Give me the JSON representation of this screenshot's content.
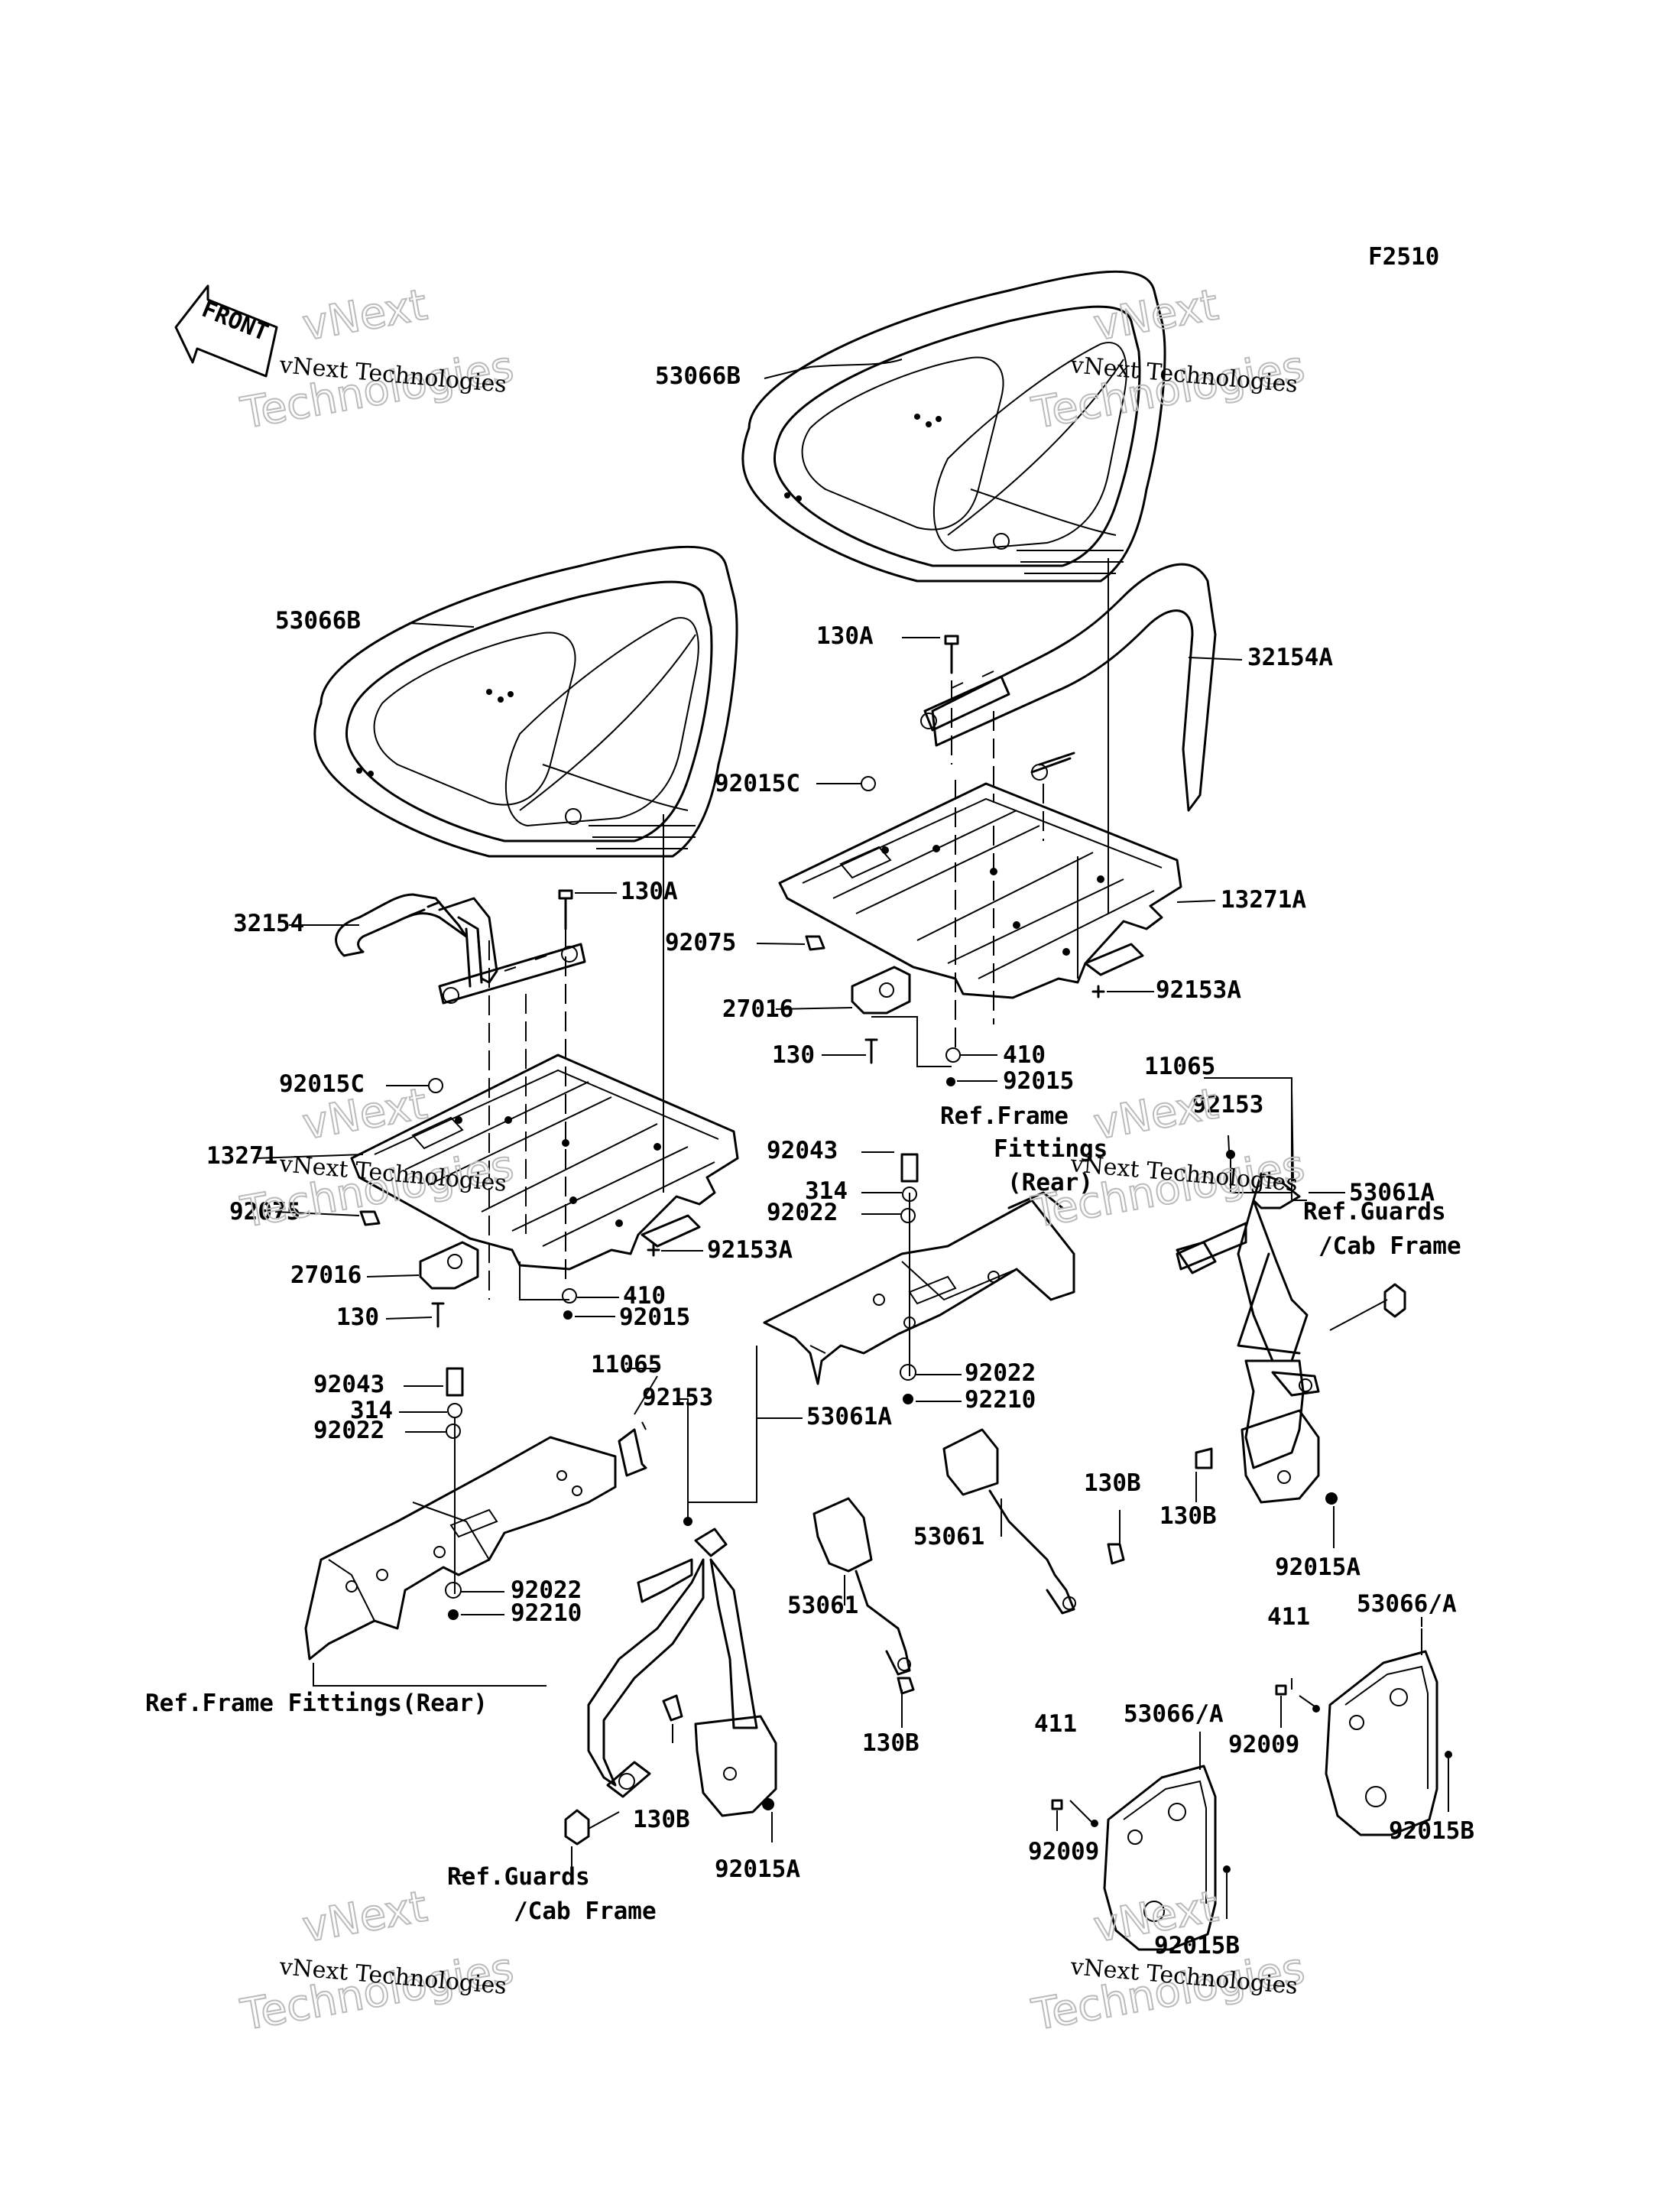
{
  "diagram_code": "F2510",
  "front_arrow_text": "FRONT",
  "watermark": {
    "line1": "vNext Technologies",
    "line2": "Technologies",
    "line3": "vNext"
  },
  "labels": {
    "l_53066B_top": "53066B",
    "l_53066B_left": "53066B",
    "l_130A_right": "130A",
    "l_32154A": "32154A",
    "l_92015C_right": "92015C",
    "l_13271A": "13271A",
    "l_92075_right": "92075",
    "l_92153A_right": "92153A",
    "l_27016_right": "27016",
    "l_130_right": "130",
    "l_410_right": "410",
    "l_92015_right": "92015",
    "ref_frame_fittings_rear_right": "Ref.Frame Fittings (Rear)",
    "l_32154": "32154",
    "l_130A_left": "130A",
    "l_92015C_left": "92015C",
    "l_13271": "13271",
    "l_92075_left": "92075",
    "l_27016_left": "27016",
    "l_130_left": "130",
    "l_92153A_left": "92153A",
    "l_410_left": "410",
    "l_92015_left": "92015",
    "l_11065_right": "11065",
    "l_92153_right": "92153",
    "l_53061A_right": "53061A",
    "ref_guards_cab_frame_right": "Ref.Guards /Cab Frame",
    "l_92043_mid": "92043",
    "l_314_mid": "314",
    "l_92022_mid_top": "92022",
    "l_92022_mid_bot": "92022",
    "l_92210_mid": "92210",
    "l_130B_right_a": "130B",
    "l_130B_right_b": "130B",
    "l_92015A_right": "92015A",
    "l_53066A_right": "53066/A",
    "l_411_right": "411",
    "l_92009_right": "92009",
    "l_92015B_right": "92015B",
    "l_92043_left": "92043",
    "l_314_left": "314",
    "l_92022_left_top": "92022",
    "l_92022_left_bot": "92022",
    "l_92210_left": "92210",
    "ref_frame_fittings_rear_left": "Ref.Frame Fittings(Rear)",
    "l_11065_left": "11065",
    "l_92153_left": "92153",
    "l_53061A_left": "53061A",
    "l_53061_mid": "53061",
    "l_53061_left": "53061",
    "l_130B_mid": "130B",
    "l_130B_left": "130B",
    "l_92015A_left": "92015A",
    "ref_guards_cab_frame_left": "Ref.Guards /Cab Frame",
    "l_53066A_left": "53066/A",
    "l_411_left": "411",
    "l_92009_left": "92009",
    "l_92015B_left": "92015B"
  }
}
